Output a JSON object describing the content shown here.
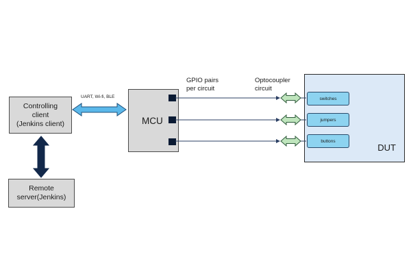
{
  "controlling_client": {
    "line1": "Controlling",
    "line2": "client",
    "line3": "(Jenkins client)"
  },
  "remote_server": {
    "line1": "Remote",
    "line2": "server(Jenkins)"
  },
  "link_label": "UART, Wi-fi, BLE",
  "mcu": {
    "label": "MCU"
  },
  "gpio": {
    "line1": "GPIO pairs",
    "line2": "per circuit"
  },
  "optocoupler": {
    "line1": "Optocoupler",
    "line2": "circuit"
  },
  "dut": {
    "label": "DUT",
    "items": [
      "switches",
      "jumpers",
      "buttons"
    ]
  },
  "colors": {
    "box_fill": "#d9d9d9",
    "dut_fill": "#dce9f7",
    "dut_item_fill": "#8dd3f0",
    "horizontal_link_arrow": "#5bb8ea",
    "vertical_link_arrow": "#12284a",
    "signal_line": "#2b3f63",
    "optocoupler_fill": "#bfe5bd",
    "pin_fill": "#0a1a33"
  }
}
